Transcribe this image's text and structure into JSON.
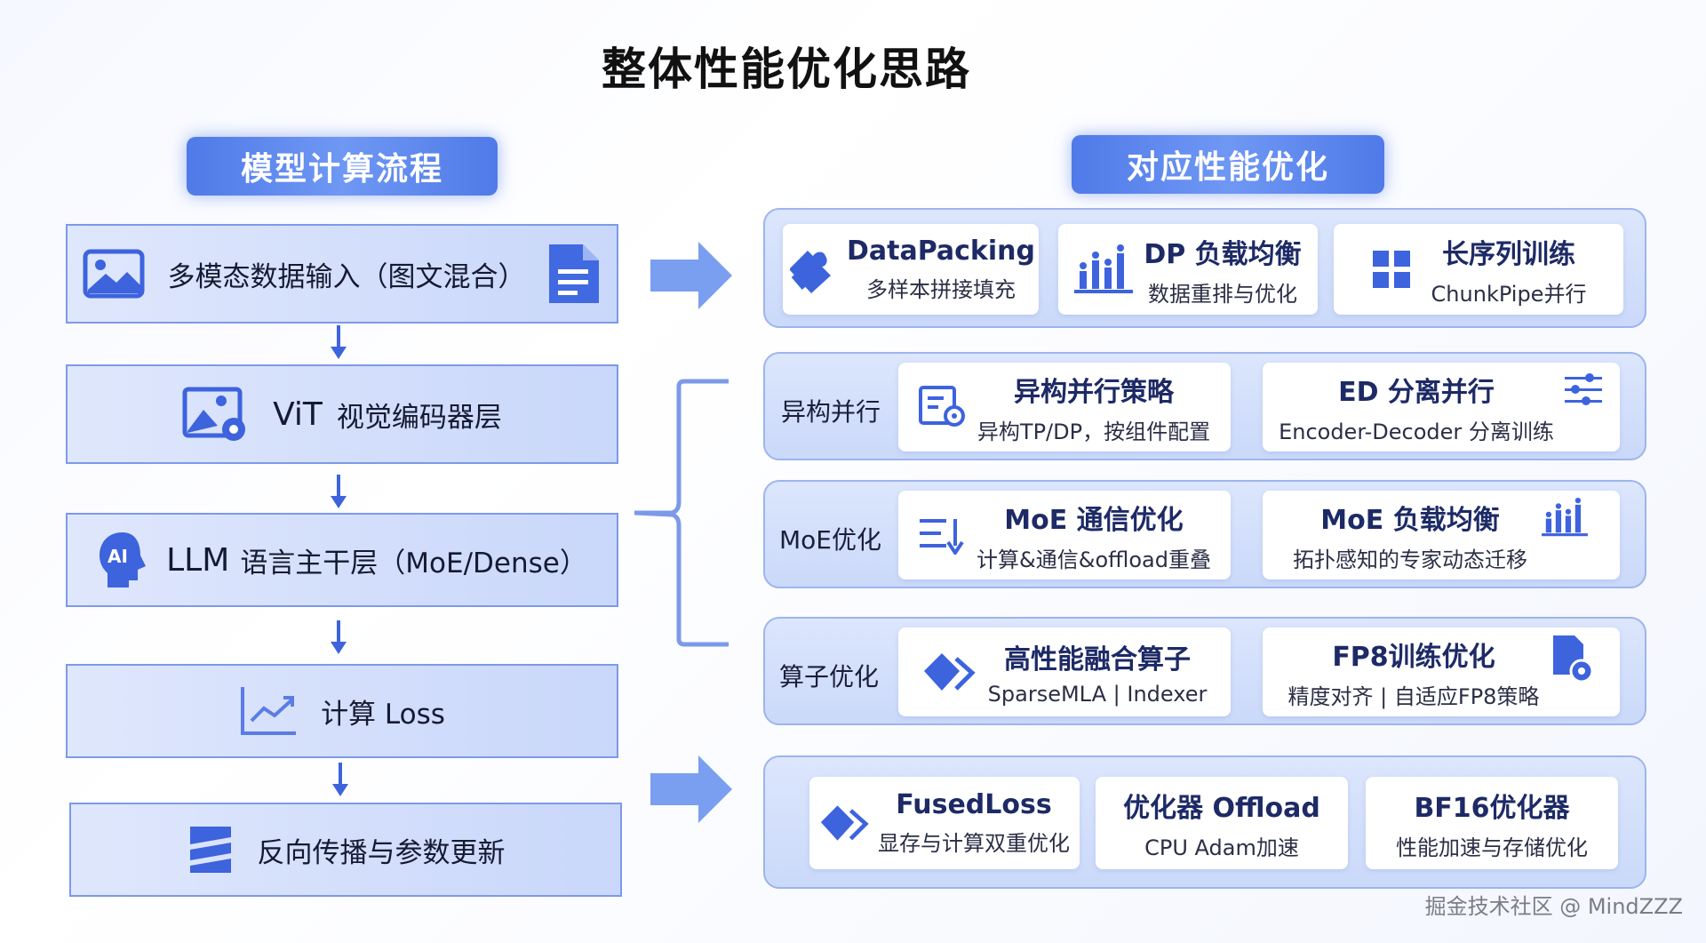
{
  "title": "整体性能优化思路",
  "left_header": "模型计算流程",
  "right_header": "对应性能优化",
  "flow": {
    "input": "多模态数据输入（图文混合）",
    "vit_a": "ViT",
    "vit_b": "视觉编码器层",
    "llm_a": "LLM",
    "llm_b": "语言主干层（MoE/Dense）",
    "loss": "计算 Loss",
    "backward": "反向传播与参数更新"
  },
  "top_group": [
    {
      "title": "DataPacking",
      "subtitle": "多样本拼接填充"
    },
    {
      "title": "DP 负载均衡",
      "subtitle": "数据重排与优化"
    },
    {
      "title": "长序列训练",
      "subtitle": "ChunkPipe并行"
    }
  ],
  "hetero": {
    "label": "异构并行",
    "cards": [
      {
        "title": "异构并行策略",
        "subtitle": "异构TP/DP，按组件配置"
      },
      {
        "title": "ED 分离并行",
        "subtitle": "Encoder-Decoder 分离训练"
      }
    ]
  },
  "moe": {
    "label": "MoE优化",
    "cards": [
      {
        "title": "MoE 通信优化",
        "subtitle": "计算&通信&offload重叠"
      },
      {
        "title": "MoE 负载均衡",
        "subtitle": "拓扑感知的专家动态迁移"
      }
    ]
  },
  "op": {
    "label": "算子优化",
    "cards": [
      {
        "title": "高性能融合算子",
        "subtitle": "SparseMLA | Indexer"
      },
      {
        "title": "FP8训练优化",
        "subtitle": "精度对齐 | 自适应FP8策略"
      }
    ]
  },
  "bottom_group": [
    {
      "title": "FusedLoss",
      "subtitle": "显存与计算双重优化"
    },
    {
      "title": "优化器 Offload",
      "subtitle": "CPU Adam加速"
    },
    {
      "title": "BF16优化器",
      "subtitle": "性能加速与存储优化"
    }
  ],
  "watermark": "掘金技术社区 @ MindZZZ",
  "colors": {
    "accent": "#3d63dd",
    "pill": "#5b84ee",
    "border": "#7d9ae8"
  }
}
